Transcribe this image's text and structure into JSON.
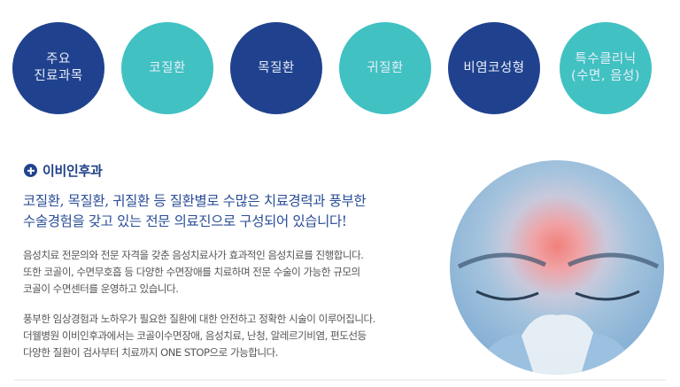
{
  "nav": {
    "items": [
      {
        "label": "주요\n진료과목",
        "color": "#20428e"
      },
      {
        "label": "코질환",
        "color": "#41c1c2"
      },
      {
        "label": "목질환",
        "color": "#20428e"
      },
      {
        "label": "귀질환",
        "color": "#41c1c2"
      },
      {
        "label": "비염코성형",
        "color": "#20428e"
      },
      {
        "label": "특수클리닉\n(수면, 음성)",
        "color": "#41c1c2"
      }
    ]
  },
  "section": {
    "icon": "plus-circle-icon",
    "title": "이비인후과",
    "headline_line1": "코질환, 목질환, 귀질환 등 질환별로 수많은 치료경력과 풍부한",
    "headline_line2": "수술경험을 갖고 있는 전문 의료진으로 구성되어 있습니다!",
    "para1": [
      "음성치료 전문의와 전문 자격을 갖춘 음성치료사가 효과적인 음성치료를 진행합니다.",
      "또한 코골이, 수면무호흡 등 다양한 수면장애를 치료하며 전문 수술이 가능한 규모의",
      "코골이 수면센터를 운영하고 있습니다."
    ],
    "para2": [
      "풍부한 임상경험과 노하우가 필요한 질환에 대한 안전하고 정확한 시술이 이루어집니다.",
      "더웰병원 이비인후과에서는 코골이수면장애, 음성치료, 난청, 알레르기비염, 편도선등",
      "다양한 질환이 검사부터 치료까지 ONE STOP으로 가능합니다."
    ]
  },
  "image": {
    "description": "person-blowing-nose-with-tissue"
  },
  "colors": {
    "navy": "#20428e",
    "teal": "#41c1c2",
    "headline": "#2a4d96",
    "body_text": "#555555"
  }
}
